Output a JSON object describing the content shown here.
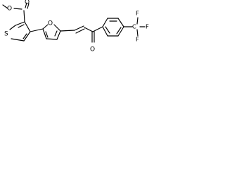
{
  "molecule": {
    "atom_labels": {
      "methoxy_oxygen": "O",
      "ester_carbonyl_oxygen": "O",
      "thiophene_sulfur": "S",
      "furan_oxygen": "O",
      "ketone_oxygen": "O",
      "trifluoromethyl_carbon": "C",
      "fluorine_top": "F",
      "fluorine_right": "F",
      "fluorine_bottom": "F"
    }
  }
}
